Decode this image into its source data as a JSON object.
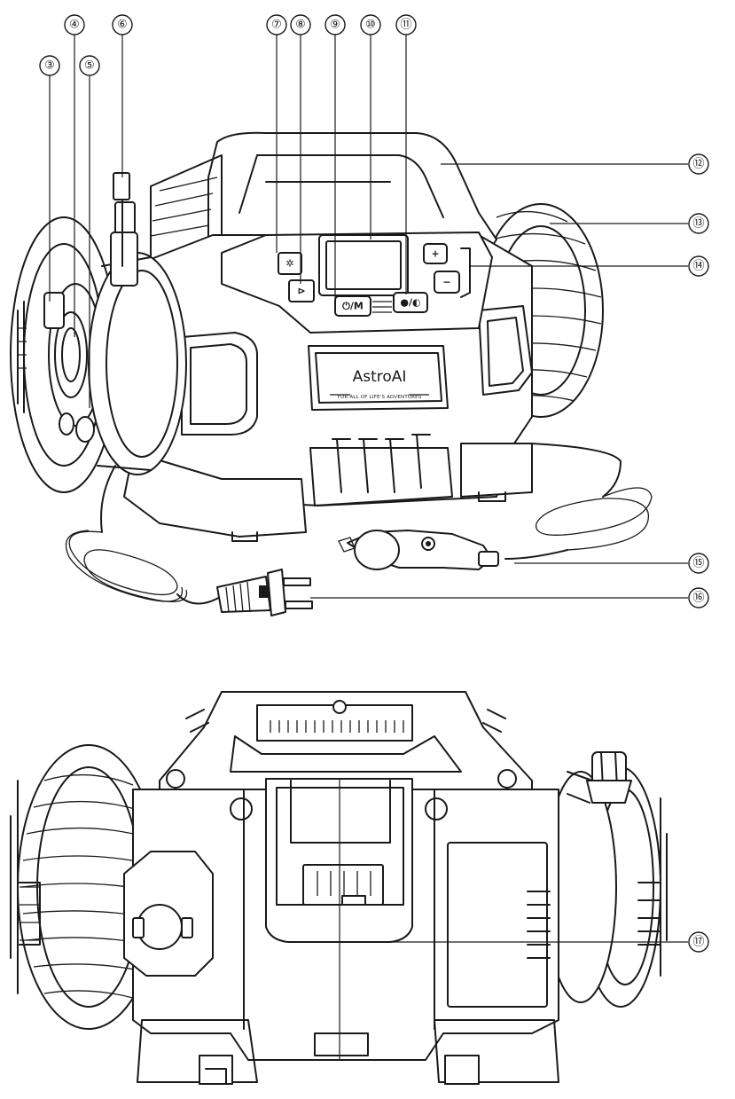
{
  "callouts": {
    "c3": "③",
    "c4": "④",
    "c5": "⑤",
    "c6": "⑥",
    "c7": "⑦",
    "c8": "⑧",
    "c9": "⑨",
    "c10": "⑩",
    "c11": "⑪",
    "c12": "⑫",
    "c13": "⑬",
    "c14": "⑭",
    "c15": "⑮",
    "c16": "⑯",
    "c17": "⑰"
  },
  "device": {
    "brand": "AstroAI",
    "tagline": "FOR ALL OF LIFE'S ADVENTURES"
  },
  "buttons": {
    "power_mode": "⏻/M",
    "unit": "●/◐",
    "plus": "+",
    "minus": "−",
    "light": "light-icon",
    "play": "play-icon"
  }
}
